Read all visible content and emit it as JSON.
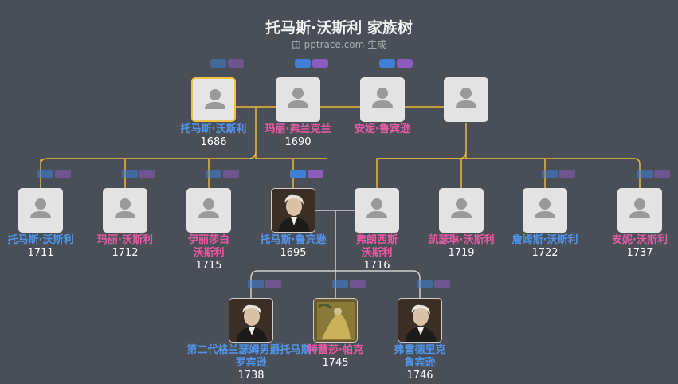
{
  "header": {
    "title": "托马斯·沃斯利 家族树",
    "subtitle": "由 pptrace.com 生成"
  },
  "colors": {
    "background": "#4a4f57",
    "male_text": "#4f95ec",
    "female_text": "#e85aa4",
    "spouse_line": "#e9b83d",
    "child_line": "#d0d0d0",
    "highlight": "#f0c04a"
  },
  "people": [
    {
      "name": "托马斯·沃斯利",
      "year": "1686",
      "gender": "male",
      "photo": "avatar-placeholder",
      "selected": true
    },
    {
      "name": "玛丽·弗兰克兰",
      "year": "1690",
      "gender": "female",
      "photo": "avatar-placeholder"
    },
    {
      "name": "安妮·鲁宾逊",
      "year": "",
      "gender": "female",
      "photo": "avatar-placeholder"
    },
    {
      "name": "",
      "year": "",
      "gender": "",
      "photo": "avatar-placeholder"
    },
    {
      "name": "托马斯·沃斯利",
      "year": "1711",
      "gender": "male",
      "photo": "avatar-placeholder"
    },
    {
      "name": "玛丽·沃斯利",
      "year": "1712",
      "gender": "female",
      "photo": "avatar-placeholder"
    },
    {
      "name": "伊丽莎白\n沃斯利",
      "year": "1715",
      "gender": "female",
      "photo": "avatar-placeholder"
    },
    {
      "name": "托马斯·鲁宾逊",
      "year": "1695",
      "gender": "male",
      "photo": "portrait"
    },
    {
      "name": "弗朗西斯\n沃斯利",
      "year": "1716",
      "gender": "female",
      "photo": "avatar-placeholder"
    },
    {
      "name": "凯瑟琳·沃斯利",
      "year": "1719",
      "gender": "female",
      "photo": "avatar-placeholder"
    },
    {
      "name": "詹姆斯·沃斯利",
      "year": "1722",
      "gender": "male",
      "photo": "avatar-placeholder"
    },
    {
      "name": "安妮·沃斯利",
      "year": "1737",
      "gender": "female",
      "photo": "avatar-placeholder"
    },
    {
      "name": "第二代格兰瑟姆男爵托马斯·\n罗宾逊",
      "year": "1738",
      "gender": "male",
      "photo": "portrait"
    },
    {
      "name": "特蕾莎·帕克",
      "year": "1745",
      "gender": "female",
      "photo": "painting"
    },
    {
      "name": "弗雷德里克\n鲁宾逊",
      "year": "1746",
      "gender": "male",
      "photo": "portrait"
    }
  ]
}
